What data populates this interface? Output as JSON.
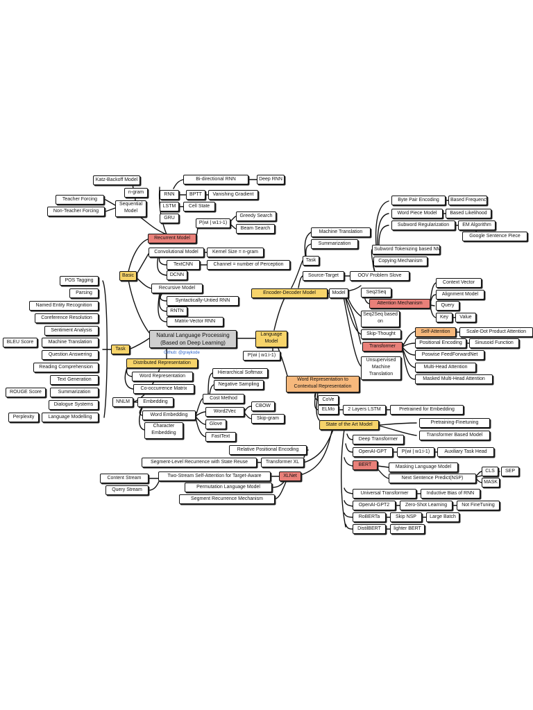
{
  "colors": {
    "yellow": "#f7d46a",
    "red": "#e98079",
    "orange": "#f6b87c",
    "grey": "#cfcfcf",
    "line": "#111111"
  },
  "root": {
    "title": "Natural Language Processing (Based on Deep Learning)",
    "link": "Github: @graykode"
  },
  "basic": {
    "label": "Basic",
    "recurrent_model": "Recurrent Model",
    "katz_backoff": "Katz-Backoff Model",
    "ngram": "n-gram",
    "sequential_model": "Sequential Model",
    "teacher_forcing": "Teacher Forcing",
    "non_teacher_forcing": "Non-Teacher Forcing",
    "rnn": "RNN",
    "lstm": "LSTM",
    "gru": "GRU",
    "bidirectional_rnn": "Bi-directional RNN",
    "deep_rnn": "Deep RNN",
    "bptt": "BPTT",
    "vanishing_gradient": "Vanishing Gradient",
    "cell_state": "Cell State",
    "p_w": "P(wi | w1:i-1)",
    "greedy_search": "Greedy Search",
    "beam_search": "Beam Search",
    "convolutional_model": "Convolutional Model",
    "kernel_size": "Kernel Size = n-gram",
    "textcnn": "TextCNN",
    "dcnn": "DCNN",
    "channel": "Channel = number of Perception",
    "recursive_model": "Recursive Model",
    "syntactically_untied": "Syntactically-Untied RNN",
    "rntn": "RNTN",
    "matrix_vector": "Matrix-Vector RNN"
  },
  "task": {
    "label": "Task",
    "items": [
      "POS Tagging",
      "Parsing",
      "Named Entity Recognition",
      "Coreference Resolution",
      "Sentiment Analysis",
      "Machine Translation",
      "Question Answering",
      "Reading Comprehension",
      "Text Generation",
      "Summarization",
      "Dialogue Systems",
      "Language Modelling"
    ],
    "bleu": "BLEU Score",
    "rouge": "ROUGE Score",
    "perplexity": "Perplexity"
  },
  "distributed": {
    "label": "Distributed Representation",
    "word_representation": "Word Representation",
    "cooccurrence_matrix": "Co-occurrence Matrix",
    "nnlm": "NNLM",
    "embedding": "Embedding",
    "word_embedding": "Word Embedding",
    "character_embedding": "Character Embedding",
    "hierarchical_softmax": "Hierarchical Softmax",
    "negative_sampling": "Negative Sampling",
    "cost_method": "Cost Method",
    "word2vec": "Word2Vec",
    "cbow": "CBOW",
    "skipgram": "Skip-gram",
    "glove": "Glove",
    "fasttext": "FastText"
  },
  "language_model": {
    "label": "Language Model",
    "p_w": "P(wi | w1:i-1)"
  },
  "encoder_decoder": {
    "label": "Encoder-Decoder Model",
    "task": "Task",
    "machine_translation": "Machine Translation",
    "summarization": "Summarization",
    "source_target": "Source-Target",
    "oov": "OOV Problem Slove",
    "subword_nmt": "Subword Tokenizing based NMT",
    "copying": "Copying Mechanism",
    "bpe": "Byte Pair Encoding",
    "based_frequency": "Based Frequency",
    "word_piece": "Word Piece Model",
    "based_likelihood": "Based Likelihood",
    "subword_reg": "Subword Regularization",
    "em": "EM Algorithm",
    "sentence_piece": "Google Sentence Piece",
    "model": "Model",
    "seq2seq": "Seq2Seq",
    "attention": "Attention Mechanism",
    "context_vector": "Context Vector",
    "alignment_model": "Alignment Model",
    "query": "Query",
    "key": "Key",
    "value": "Value",
    "seq2seq_based": "Seq2Seq based on",
    "skip_thought": "Skip-Thought",
    "transformer": "Transformer",
    "self_attention": "Self-Attention",
    "scaled_dot": "Scale-Dot Product Attention",
    "positional_encoding": "Positional Encoding",
    "sinusoid": "Sinusoid Function",
    "position_wise": "Poswise FeedForwardNet",
    "multi_head": "Multi-Head Attention",
    "masked_multi_head": "Masked Multi-Head Attention",
    "unsupervised_mt": "Unsupervised Machine Translation"
  },
  "word_repr": {
    "label": "Word Representation to Contextual Representation",
    "cove": "CoVe",
    "elmo": "ELMo",
    "two_layers_lstm": "2 Layers LSTM",
    "pretrained_embedding": "Pretrained for Embedding"
  },
  "sota": {
    "label": "State of the Art Model",
    "pretraining_finetuning": "Pretraining-Finetuning",
    "transformer_based": "Transformer Based Model",
    "deep_transformer": "Deep Transformer",
    "openai_gpt": "OpenAI-GPT",
    "p_w": "P(wi | w1:i-1)",
    "auxiliary": "Auxiliary Task Head",
    "bert": "BERT",
    "masking_lm": "Masking Language Model",
    "nsp": "Next Sentence Predict(NSP)",
    "cls": "CLS",
    "sep": "SEP",
    "mask": "MASK",
    "universal_transformer": "Universal Transformer",
    "inductive_bias": "Inductive Bias of RNN",
    "gpt2": "OpenAI-GPT2",
    "zero_shot": "Zero-Shot Learning",
    "not_finetuning": "Not FineTuning",
    "roberta": "RoBERTa",
    "skip_nsp": "Skip NSP",
    "large_batch": "Large Batch",
    "distilbert": "DistilBERT",
    "lighter_bert": "lighter BERT",
    "relative_pe": "Relative Positional Encoding",
    "segment_recurrence_state": "Segment-Level Recurrence with State Reuse",
    "transformer_xl": "Transformer XL",
    "two_stream": "Two-Stream Self-Attention for Target-Aware",
    "xlnet": "XLNet",
    "content_stream": "Content Stream",
    "query_stream": "Query Stream",
    "permutation_lm": "Permutation Language Model",
    "segment_recurrence": "Segment Recurrence Mechanism"
  }
}
